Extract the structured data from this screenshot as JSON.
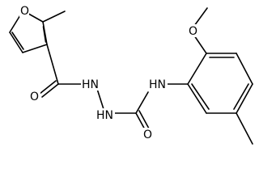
{
  "molecule": {
    "atom_labels": {
      "furan_oxygen": "O",
      "methoxy_oxygen": "O",
      "carbonyl_oxygen_amide": "O",
      "carbonyl_oxygen_urea": "O",
      "hydrazide_nh_1": "HN",
      "hydrazide_nh_2": "HN",
      "anilide_nh": "HN"
    },
    "colors": {
      "bonds": "#000000",
      "labels": "#000000",
      "background": "#ffffff"
    }
  }
}
